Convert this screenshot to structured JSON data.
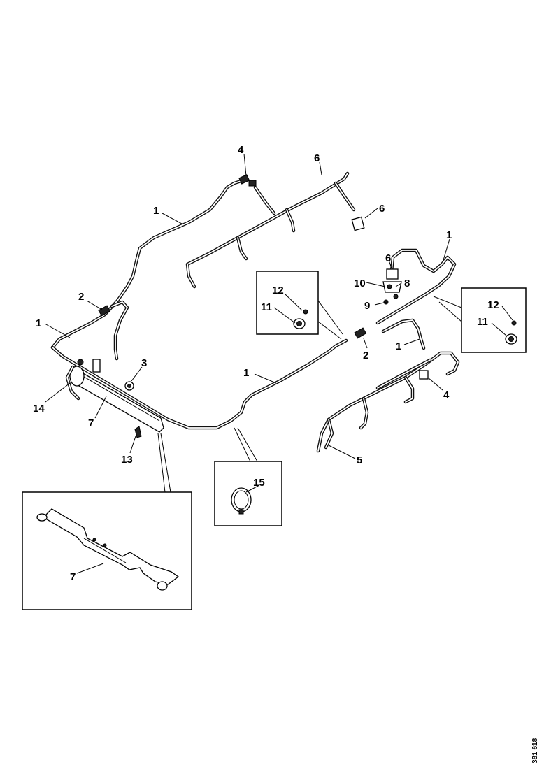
{
  "diagram": {
    "labels": {
      "l1_top": "1",
      "l1_right": "1",
      "l1_left": "1",
      "l1_center": "1",
      "l1_mid_right": "1",
      "l2_left": "2",
      "l2_right": "2",
      "l3": "3",
      "l4_top": "4",
      "l4_right": "4",
      "l5": "5",
      "l6_top": "6",
      "l6_upper": "6",
      "l6_mid": "6",
      "l7_main": "7",
      "l7_inset": "7",
      "l8": "8",
      "l9": "9",
      "l10": "10",
      "l11_a": "11",
      "l11_b": "11",
      "l12_a": "12",
      "l12_b": "12",
      "l13": "13",
      "l14": "14",
      "l15": "15"
    },
    "doc_id": "381 618"
  }
}
